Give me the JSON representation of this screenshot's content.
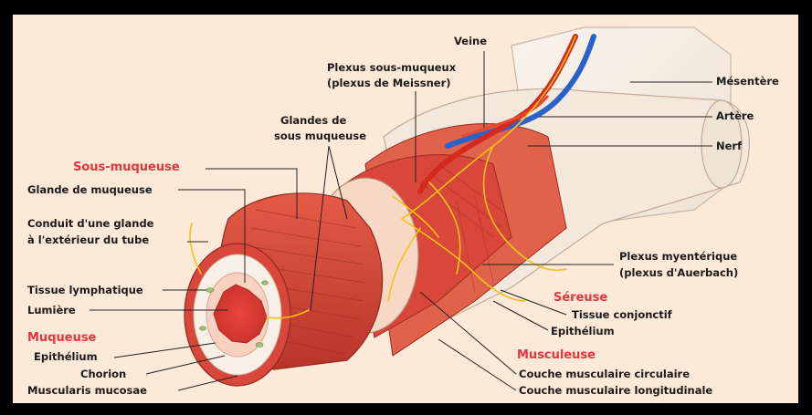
{
  "labels": {
    "veine": "Veine",
    "plexus_sous_muqueux_1": "Plexus sous-muqueux",
    "plexus_sous_muqueux_2": "(plexus de Meissner)",
    "mesentere": "Mésentère",
    "artere": "Artère",
    "nerf": "Nerf",
    "glandes_1": "Glandes de",
    "glandes_2": "sous muqueuse",
    "glande_muqueuse": "Glande de muqueuse",
    "conduit_1": "Conduit d'une glande",
    "conduit_2": "à l'extérieur du tube",
    "tissue_lymphatique": "Tissue lymphatique",
    "lumiere": "Lumière",
    "epithelium_muq": "Epithélium",
    "chorion": "Chorion",
    "muscularis": "Muscularis mucosae",
    "plexus_myenterique_1": "Plexus myentérique",
    "plexus_myenterique_2": "(plexus d'Auerbach)",
    "tissu_conjonctif": "Tissue conjonctif",
    "epithelium_ser": "Epithélium",
    "couche_circulaire": "Couche musculaire circulaire",
    "couche_longitudinale": "Couche musculaire longitudinale"
  },
  "headings": {
    "sous_muqueuse": "Sous-muqueuse",
    "muqueuse": "Muqueuse",
    "sereuse": "Séreuse",
    "musculeuse": "Musculeuse"
  },
  "colors": {
    "background": "#fde9d8",
    "heading": "#e8343a",
    "muscle": "#d9473a",
    "vein": "#2a62c9",
    "artery": "#d42a1e",
    "nerve": "#f3c21a",
    "mesentery": "#f6efe6"
  }
}
